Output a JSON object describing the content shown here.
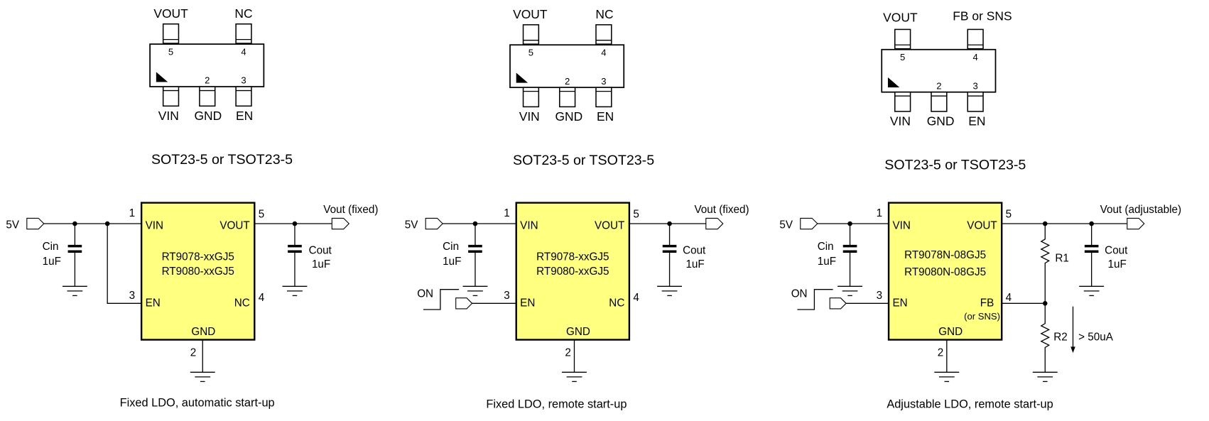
{
  "packages": [
    {
      "pins_top": [
        {
          "num": "5",
          "name": "VOUT"
        },
        {
          "num": "4",
          "name": "NC"
        }
      ],
      "pins_bottom": [
        {
          "num": "",
          "name": "VIN"
        },
        {
          "num": "2",
          "name": "GND"
        },
        {
          "num": "3",
          "name": "EN"
        }
      ],
      "label": "SOT23-5 or TSOT23-5"
    },
    {
      "pins_top": [
        {
          "num": "5",
          "name": "VOUT"
        },
        {
          "num": "4",
          "name": "NC"
        }
      ],
      "pins_bottom": [
        {
          "num": "",
          "name": "VIN"
        },
        {
          "num": "2",
          "name": "GND"
        },
        {
          "num": "3",
          "name": "EN"
        }
      ],
      "label": "SOT23-5 or TSOT23-5"
    },
    {
      "pins_top": [
        {
          "num": "5",
          "name": "VOUT"
        },
        {
          "num": "4",
          "name": "FB or SNS"
        }
      ],
      "pins_bottom": [
        {
          "num": "",
          "name": "VIN"
        },
        {
          "num": "2",
          "name": "GND"
        },
        {
          "num": "3",
          "name": "EN"
        }
      ],
      "label": "SOT23-5 or TSOT23-5"
    }
  ],
  "circuits": [
    {
      "input": "5V",
      "output": "Vout (fixed)",
      "cin": "Cin",
      "cin_val": "1uF",
      "cout": "Cout",
      "cout_val": "1uF",
      "part1": "RT9078-xxGJ5",
      "part2": "RT9080-xxGJ5",
      "pin_vin": "VIN",
      "pin_vout": "VOUT",
      "pin_en": "EN",
      "pin4": "NC",
      "pin4_sub": "",
      "pin_gnd": "GND",
      "n1": "1",
      "n2": "2",
      "n3": "3",
      "n4": "4",
      "n5": "5",
      "on": "",
      "caption": "Fixed LDO, automatic start-up"
    },
    {
      "input": "5V",
      "output": "Vout (fixed)",
      "cin": "Cin",
      "cin_val": "1uF",
      "cout": "Cout",
      "cout_val": "1uF",
      "part1": "RT9078-xxGJ5",
      "part2": "RT9080-xxGJ5",
      "pin_vin": "VIN",
      "pin_vout": "VOUT",
      "pin_en": "EN",
      "pin4": "NC",
      "pin4_sub": "",
      "pin_gnd": "GND",
      "n1": "1",
      "n2": "2",
      "n3": "3",
      "n4": "4",
      "n5": "5",
      "on": "ON",
      "caption": "Fixed LDO, remote start-up"
    },
    {
      "input": "5V",
      "output": "Vout (adjustable)",
      "cin": "Cin",
      "cin_val": "1uF",
      "cout": "Cout",
      "cout_val": "1uF",
      "part1": "RT9078N-08GJ5",
      "part2": "RT9080N-08GJ5",
      "pin_vin": "VIN",
      "pin_vout": "VOUT",
      "pin_en": "EN",
      "pin4": "FB",
      "pin4_sub": "(or SNS)",
      "pin_gnd": "GND",
      "n1": "1",
      "n2": "2",
      "n3": "3",
      "n4": "4",
      "n5": "5",
      "on": "ON",
      "r1": "R1",
      "r2": "R2",
      "current": "> 50uA",
      "caption": "Adjustable LDO, remote start-up"
    }
  ]
}
